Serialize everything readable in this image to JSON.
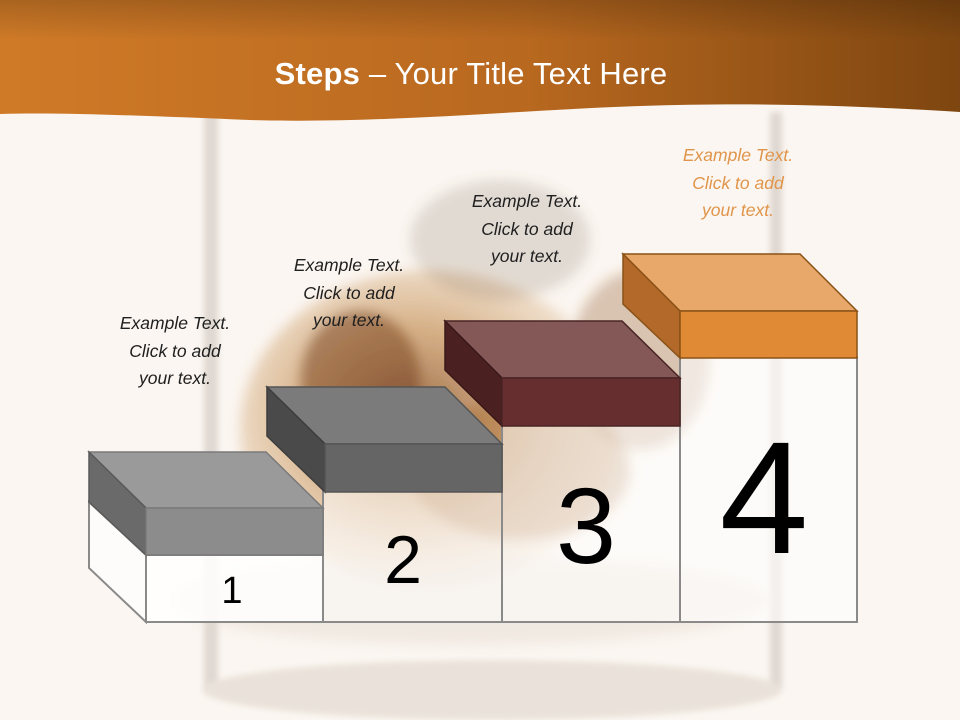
{
  "slide": {
    "title_bold": "Steps",
    "title_rest": " – Your Title Text Here"
  },
  "steps": [
    {
      "number": "1",
      "caption_lines": [
        "Example Text.",
        "Click  to add",
        "your text."
      ],
      "color": "#8c8c8c"
    },
    {
      "number": "2",
      "caption_lines": [
        "Example Text.",
        "Click  to add",
        "your text."
      ],
      "color": "#6e6e6e"
    },
    {
      "number": "3",
      "caption_lines": [
        "Example Text.",
        "Click  to add",
        "your text."
      ],
      "color": "#6e3535"
    },
    {
      "number": "4",
      "caption_lines": [
        "Example Text.",
        "Click  to add",
        "your text."
      ],
      "color": "#e08a35"
    }
  ],
  "colors": {
    "header_brown": "#8a4f16",
    "header_orange": "#d27f2c",
    "highlight_caption": "#e0954a"
  }
}
